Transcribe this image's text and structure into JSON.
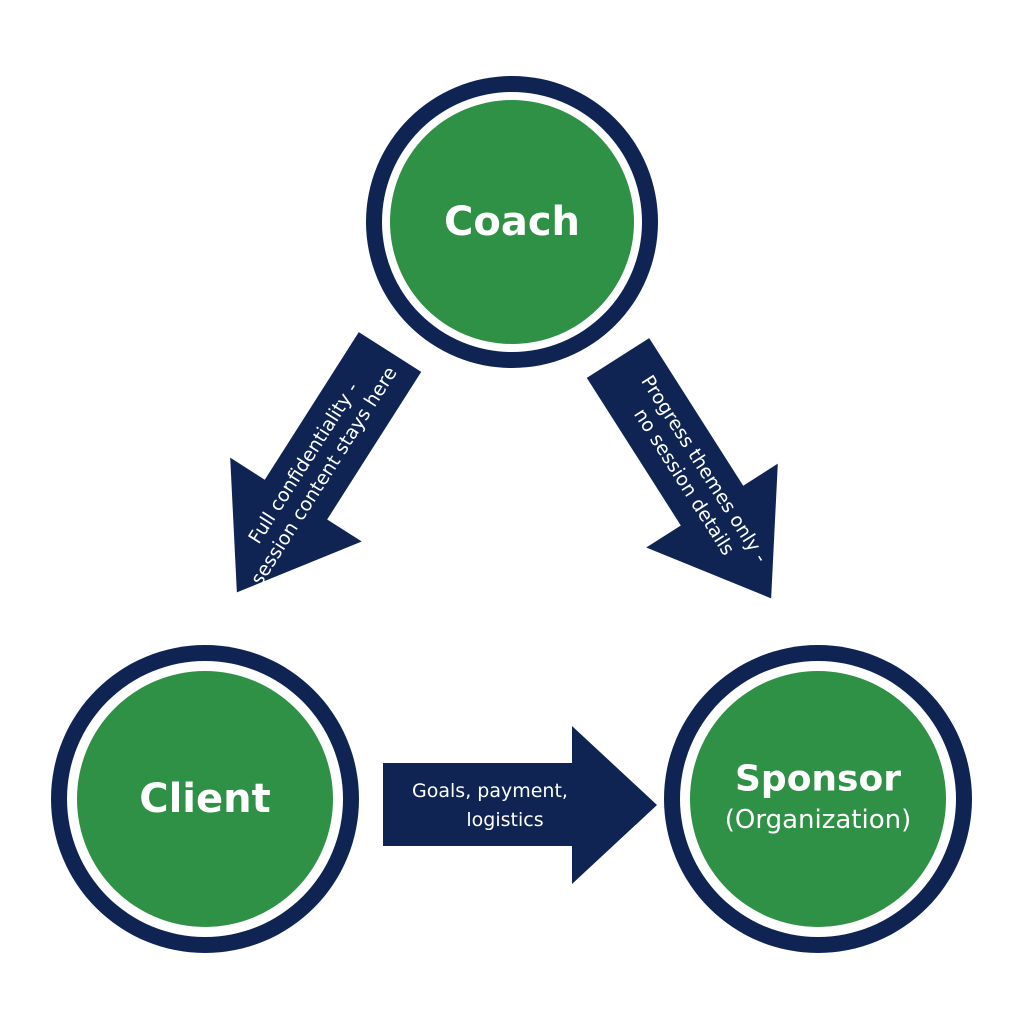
{
  "colors": {
    "node_fill": "#2f9145",
    "node_ring": "#0f2452",
    "arrow_fill": "#0f2452",
    "text": "#ffffff",
    "background": "#ffffff"
  },
  "nodes": {
    "coach": {
      "label": "Coach"
    },
    "client": {
      "label": "Client"
    },
    "sponsor": {
      "label": "Sponsor",
      "sublabel": "(Organization)"
    }
  },
  "arrows": {
    "coach_to_client": {
      "line1": "Full confidentiality -",
      "line2": "session content stays here"
    },
    "coach_to_sponsor": {
      "line1": "Progress themes only -",
      "line2": "no session details"
    },
    "client_to_sponsor": {
      "line1": "Goals, payment,",
      "line2": "logistics"
    }
  }
}
